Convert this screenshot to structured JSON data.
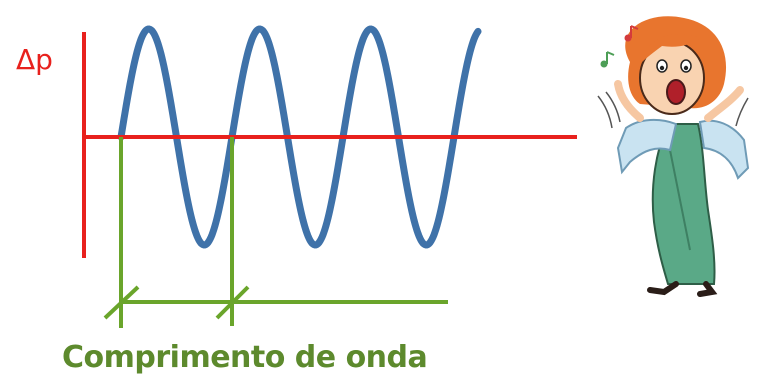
{
  "diagram": {
    "pressure_label": "Δp",
    "wavelength_caption": "Comprimento de onda",
    "cycles_shown": 3.3
  },
  "colors": {
    "axis": "#e8211d",
    "wave": "#3f72a9",
    "measure": "#6aa52b",
    "label_red": "#e8211d",
    "caption_green": "#5d8a2d"
  },
  "illustration": {
    "subject": "singing-woman",
    "notes": [
      "music-note-red",
      "music-note-green"
    ]
  }
}
